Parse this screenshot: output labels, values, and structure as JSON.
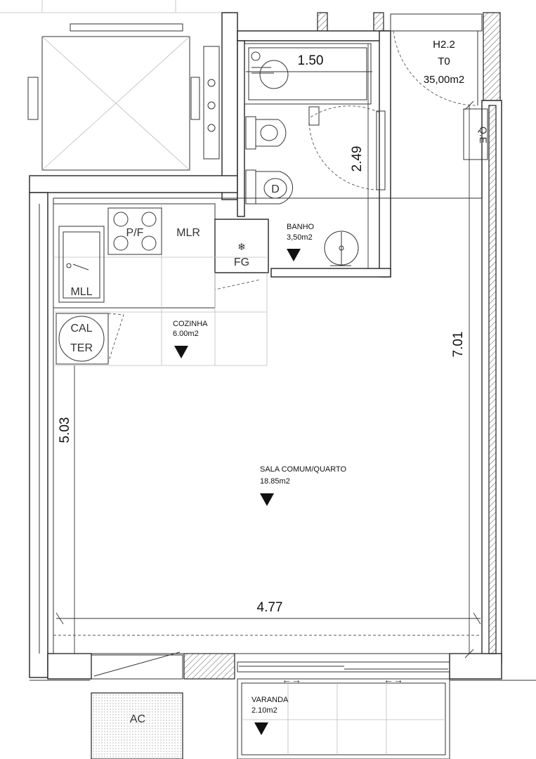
{
  "unit": {
    "code": "H2.2",
    "type": "T0",
    "area": "35,00m2"
  },
  "rooms": [
    {
      "name": "BANHO",
      "area": "3,50m2"
    },
    {
      "name": "COZINHA",
      "area": "6.00m2"
    },
    {
      "name": "SALA COMUM/QUARTO",
      "area": "18.85m2"
    },
    {
      "name": "VARANDA",
      "area": "2.10m2"
    }
  ],
  "dimensions": {
    "bath_width": "1.50",
    "bath_length": "2.49",
    "room_length": "7.01",
    "left_length": "5.03",
    "room_width": "4.77"
  },
  "fixtures": {
    "hob": "P/F",
    "dishwasher": "MLR",
    "washer": "MLL",
    "fridge": "FG",
    "boiler_top": "CAL",
    "boiler_bottom": "TER",
    "toilet": "D",
    "ac": "AC",
    "elec_panel": "Q.E"
  }
}
